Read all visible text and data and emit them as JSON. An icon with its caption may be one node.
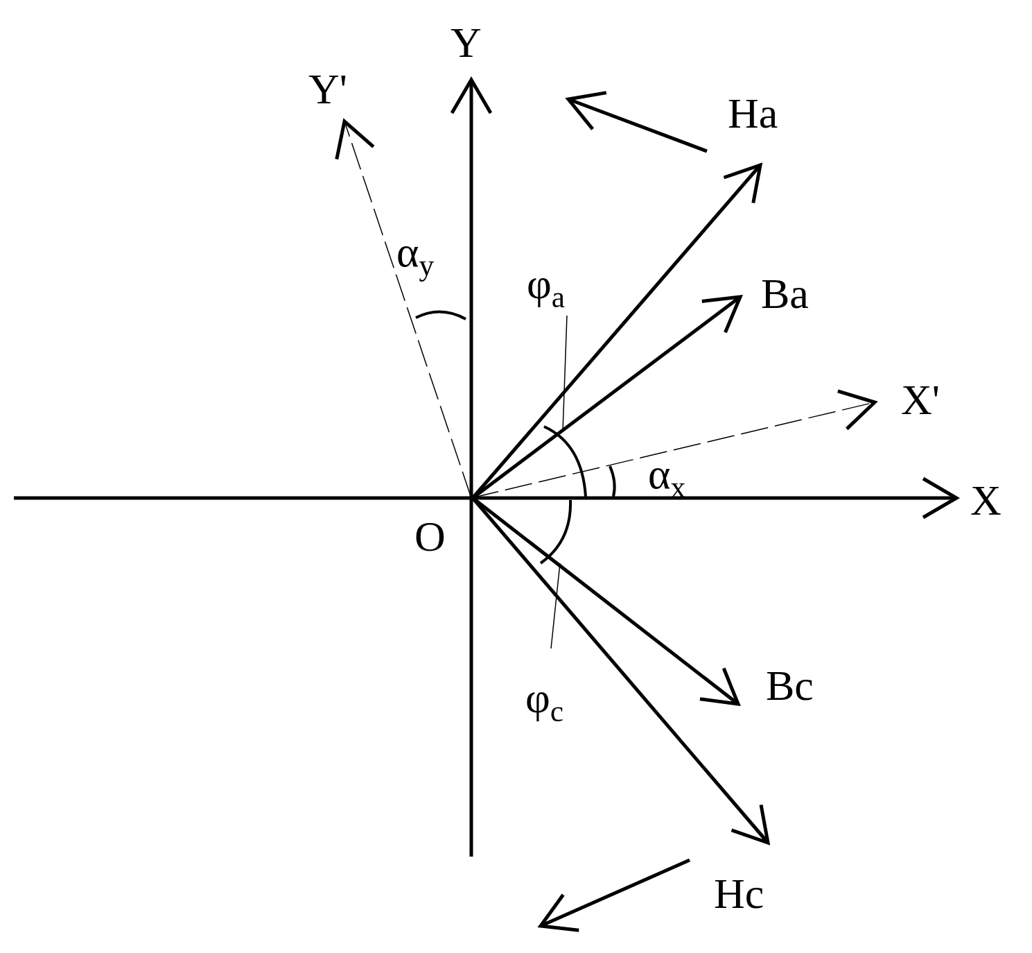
{
  "diagram": {
    "nodes": [
      {
        "text": [
          "O"
        ]
      },
      {
        "text": [
          "Ha"
        ]
      },
      {
        "text": [
          "Ba"
        ]
      },
      {
        "text": [
          "Bc"
        ]
      },
      {
        "text": [
          "Hc"
        ]
      }
    ],
    "edges": [
      {
        "from": 0,
        "to": 1,
        "arrow": "to"
      },
      {
        "from": 0,
        "to": 2,
        "arrow": "to"
      },
      {
        "from": 0,
        "to": 3,
        "arrow": "to"
      },
      {
        "from": 0,
        "to": 4,
        "arrow": "to"
      }
    ],
    "labels": [
      "Y",
      "Y'",
      "α$_{y}$",
      "φ$_{a}$",
      "X'",
      "α$_{x}$",
      "X",
      "φ$_{c}$"
    ]
  }
}
